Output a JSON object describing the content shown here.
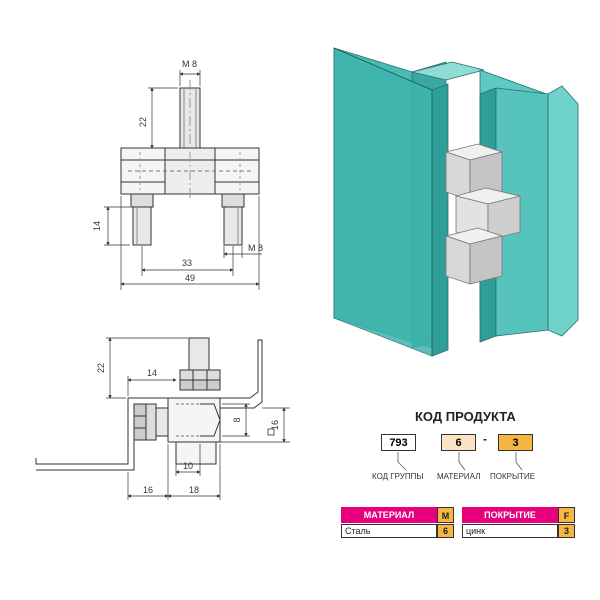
{
  "dimensions": {
    "m8_top": "M 8",
    "height_22_top": "22",
    "height_14": "14",
    "m8_bottom": "M 8",
    "width_33": "33",
    "width_49": "49",
    "height_22_side": "22",
    "width_14_side": "14",
    "height_8": "8",
    "square_16": "16",
    "width_10": "10",
    "width_16": "16",
    "width_18": "18"
  },
  "product_code": {
    "title": "КОД ПРОДУКТА",
    "group_value": "793",
    "material_value": "6",
    "separator": "-",
    "coating_value": "3",
    "group_label": "КОД ГРУППЫ",
    "material_label": "МАТЕРИАЛ",
    "coating_label": "ПОКРЫТИЕ"
  },
  "material_table": {
    "header": "МАТЕРИАЛ",
    "header_code": "M",
    "row_name": "Сталь",
    "row_code": "6"
  },
  "coating_table": {
    "header": "ПОКРЫТИЕ",
    "header_code": "F",
    "row_name": "цинк",
    "row_code": "3"
  },
  "colors": {
    "teal_face": "#3fb4ad",
    "teal_light": "#5ec9c2",
    "magenta": "#e6007e",
    "orange": "#f5b642",
    "peach": "#fbe3c4"
  }
}
